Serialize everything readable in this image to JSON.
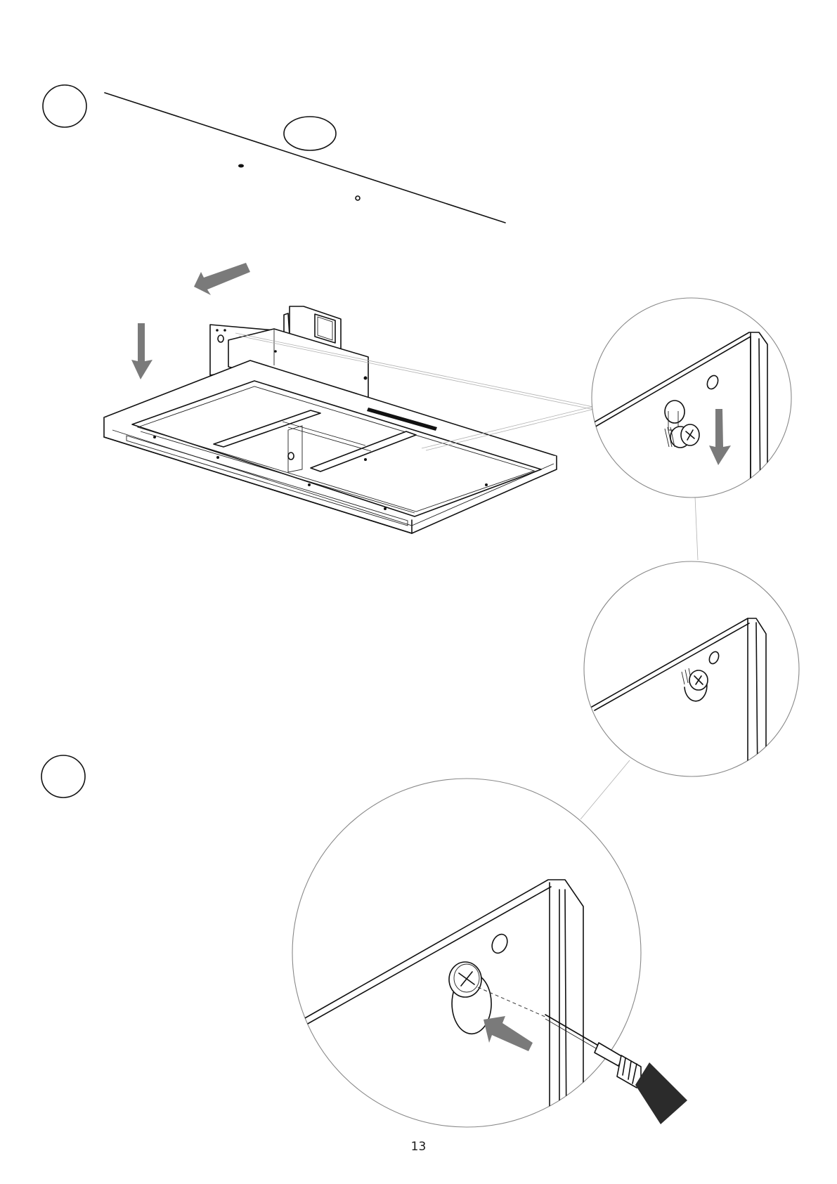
{
  "document": {
    "page_number": "13",
    "colors": {
      "line_art": "#111111",
      "arrow": "#7a7a7a",
      "callout_outline": "#888888",
      "tool_tip": "#2b2b2b"
    },
    "steps": [
      {
        "marker": "step-badge-1",
        "label": ""
      },
      {
        "marker": "step-badge-2",
        "label": ""
      }
    ],
    "icons": [
      "arrow-icon",
      "screw-icon",
      "screwdriver-icon",
      "keyhole-slot-icon"
    ]
  }
}
